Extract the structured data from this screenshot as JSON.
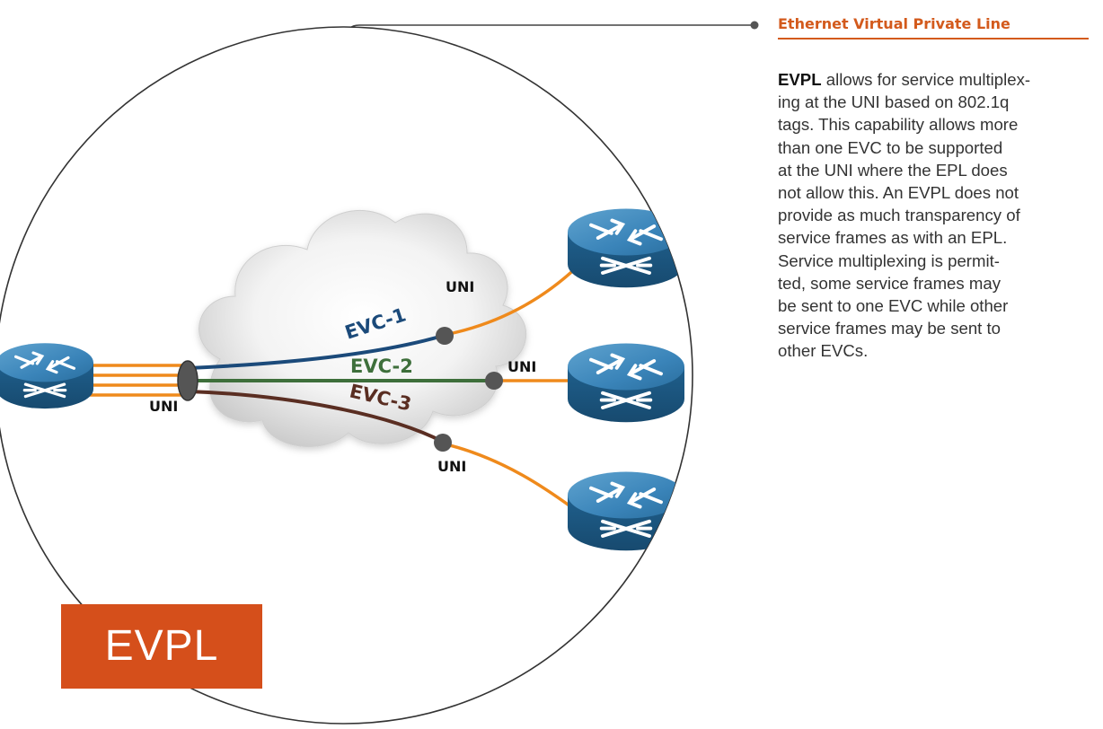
{
  "diagram": {
    "uni_labels": [
      "UNI",
      "UNI",
      "UNI",
      "UNI"
    ],
    "evc_labels": [
      "EVC-1",
      "EVC-2",
      "EVC-3"
    ],
    "evc_colors": [
      "#1b4a7a",
      "#3e6f3b",
      "#5a2e22"
    ],
    "link_color": "#ef8a1c",
    "service_label": "EVPL",
    "icons": [
      "router-icon",
      "cloud-icon"
    ]
  },
  "sidebar": {
    "title": "Ethernet Virtual Private Line",
    "term": "EVPL",
    "lines": [
      " allows for service multiplex-",
      "ing at the UNI based on 802.1q",
      "tags. This capability allows more",
      "than one EVC to be supported",
      "at the UNI where the EPL does",
      "not allow this. An EVPL does not",
      "provide as much transparency of",
      "service frames as with an EPL.",
      "Service multiplexing is permit-",
      "ted, some service frames may",
      "be sent to one EVC while other",
      "service frames may be sent to",
      "other EVCs."
    ]
  },
  "colors": {
    "accent": "#d35a1c",
    "tag_background": "#d54f1b",
    "router": "#2b6f9e"
  }
}
